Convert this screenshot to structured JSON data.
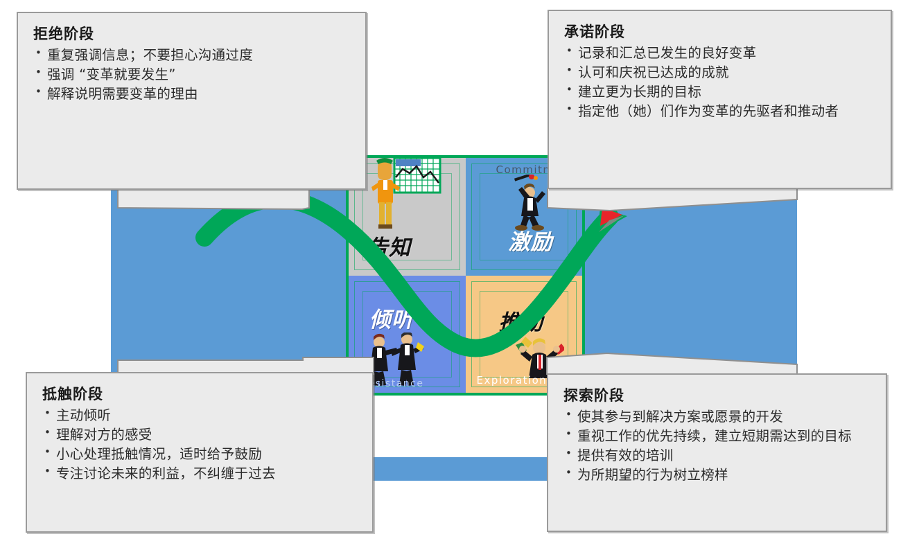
{
  "diagram": {
    "title_cn_quadrants": {
      "tell": "告知",
      "inspire": "激励",
      "listen": "倾听",
      "involve": "推动"
    },
    "english_labels": {
      "commitment": "Commitment",
      "exploration": "Exploration",
      "resistance": "Resistance"
    },
    "colors": {
      "panel_blue": "#5b9bd5",
      "quad_tell_gray": "#c9c9c9",
      "quad_inspire_blue": "#5b9bd5",
      "quad_listen_blue": "#6b8de6",
      "quad_involve_orange": "#f6c886",
      "arrow_green": "#00a758",
      "arrow_tip_red": "#e8252a",
      "callout_bg": "#ebebeb",
      "callout_border": "#9a9a9a"
    },
    "arrow": {
      "name": "change-journey-s-curve",
      "direction": "left-to-right rising"
    }
  },
  "callouts": {
    "top_left": {
      "title": "拒绝阶段",
      "items": [
        "重复强调信息；不要担心沟通过度",
        "强调 “变革就要发生”",
        "解释说明需要变革的理由"
      ]
    },
    "top_right": {
      "title": "承诺阶段",
      "items": [
        "记录和汇总已发生的良好变革",
        "认可和庆祝已达成的成就",
        "建立更为长期的目标",
        "指定他（她）们作为变革的先驱者和推动者"
      ]
    },
    "bottom_left": {
      "title": "抵触阶段",
      "items": [
        "主动倾听",
        "理解对方的感受",
        "小心处理抵触情况，适时给予鼓励",
        "专注讨论未来的利益，不纠缠于过去"
      ]
    },
    "bottom_right": {
      "title": "探索阶段",
      "items": [
        "使其参与到解决方案或愿景的开发",
        "重视工作的优先持续，建立短期需达到的目标",
        "提供有效的培训",
        "为所期望的行为树立榜样"
      ]
    }
  }
}
